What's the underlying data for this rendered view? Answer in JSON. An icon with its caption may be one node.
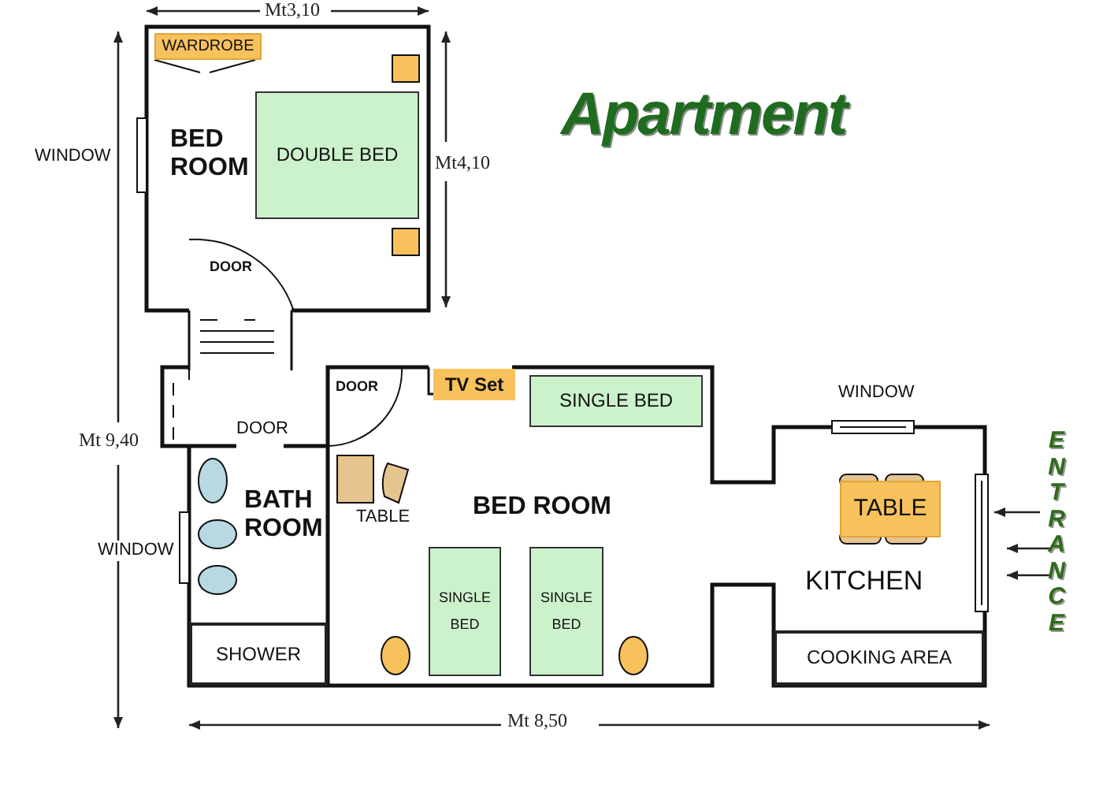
{
  "diagram": {
    "title": "Apartment",
    "nodes": [
      {
        "text": [
          "WARDROBE"
        ]
      },
      {
        "text": [
          "DOUBLE BED"
        ]
      },
      {
        "text": [
          "TV Set"
        ]
      },
      {
        "text": [
          "SINGLE BED"
        ]
      },
      {
        "text": [
          "SINGLE BED"
        ]
      },
      {
        "text": [
          "SINGLE BED"
        ]
      },
      {
        "text": [
          "TABLE"
        ]
      },
      {
        "text": [
          "SHOWER"
        ]
      },
      {
        "text": [
          "COOKING AREA"
        ]
      }
    ],
    "labels": [
      "Mt3,10",
      "WINDOW",
      "BED ROOM",
      "Mt4,10",
      "DOOR",
      "DOOR",
      "DOOR",
      "WINDOW",
      "Mt 9,40",
      "BATH ROOM",
      "TABLE",
      "BED ROOM",
      "WINDOW",
      "KITCHEN",
      "ENTRANCE",
      "Mt 8,50"
    ]
  }
}
